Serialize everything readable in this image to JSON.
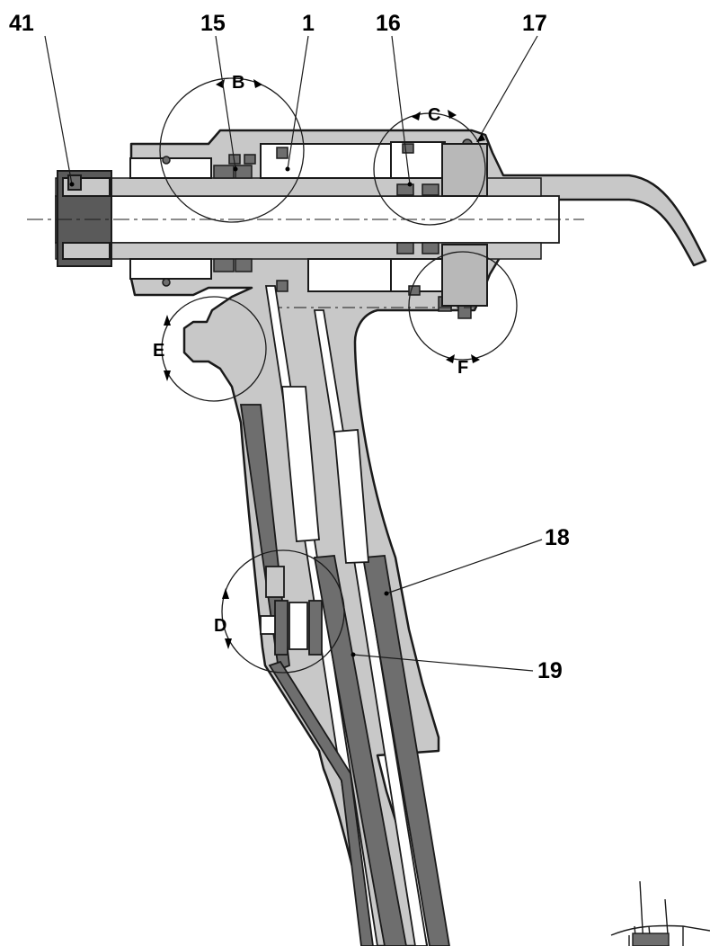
{
  "diagram": {
    "part_numbers": [
      "41",
      "15",
      "1",
      "16",
      "17",
      "18",
      "19"
    ],
    "detail_letters": [
      "B",
      "C",
      "E",
      "F",
      "D"
    ]
  },
  "colors": {
    "body_fill": "#c8c8c8",
    "dark_part": "#6e6e6e",
    "outline": "#1a1a1a",
    "white_cavity": "#ffffff"
  }
}
